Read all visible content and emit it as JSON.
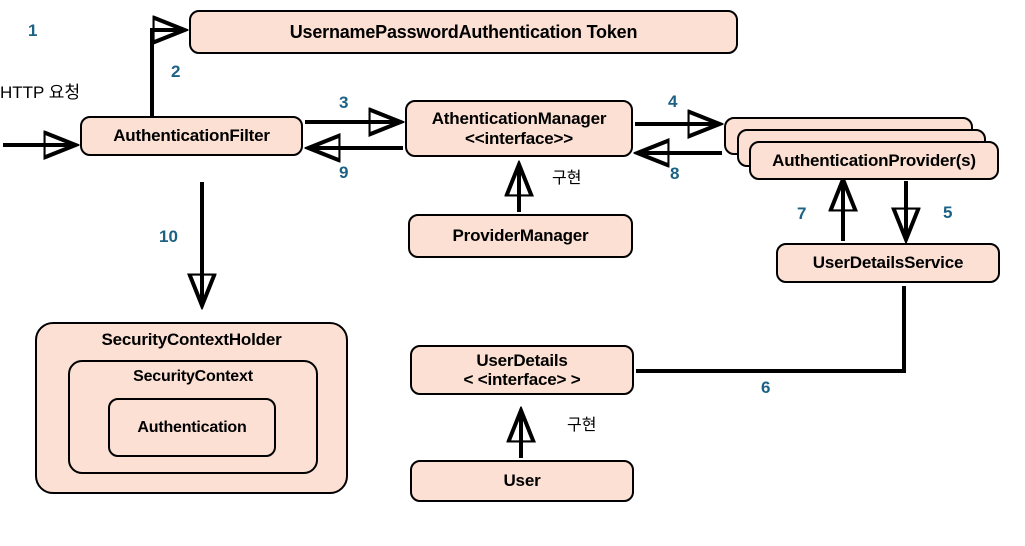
{
  "diagram": {
    "title": "Spring Security Authentication Flow",
    "style": {
      "node_fill": "#FBE0D3",
      "node_stroke": "#000000",
      "number_color": "#1C6284",
      "background": "#FFFFFF"
    },
    "nodes": {
      "token": {
        "label": "UsernamePasswordAuthentication Token"
      },
      "filter": {
        "label": "AuthenticationFilter"
      },
      "manager": {
        "label_1": "AthenticationManager",
        "label_2": "<<interface>>"
      },
      "provider_back": {
        "label": ""
      },
      "provider_mid": {
        "label": ""
      },
      "provider": {
        "label": "AuthenticationProvider(s)"
      },
      "provider_manager": {
        "label": "ProviderManager"
      },
      "user_details_service": {
        "label": "UserDetailsService"
      },
      "security_context_holder": {
        "label": "SecurityContextHolder"
      },
      "security_context": {
        "label": "SecurityContext"
      },
      "authentication": {
        "label": "Authentication"
      },
      "user_details": {
        "label_1": "UserDetails",
        "label_2": "< <interface> >"
      },
      "user": {
        "label": "User"
      }
    },
    "labels": {
      "step_1": "1",
      "http_request": "HTTP 요청",
      "step_2": "2",
      "step_3": "3",
      "step_4": "4",
      "step_5": "5",
      "step_6": "6",
      "step_7": "7",
      "step_8": "8",
      "step_9": "9",
      "step_10": "10",
      "impl_manager": "구현",
      "impl_user": "구현"
    }
  }
}
